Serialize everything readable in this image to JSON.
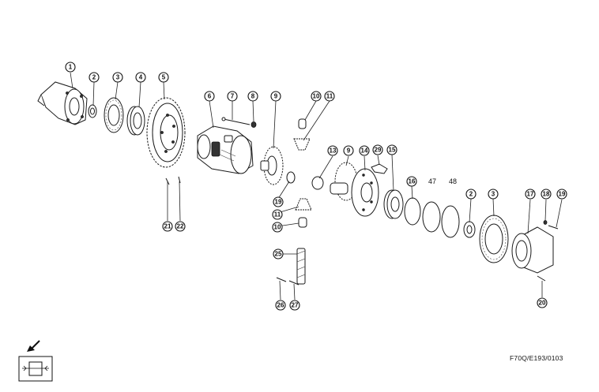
{
  "callouts": [
    "1",
    "2",
    "3",
    "4",
    "5",
    "6",
    "7",
    "8",
    "9",
    "10",
    "11",
    "13",
    "9",
    "14",
    "29",
    "15",
    "16",
    "47",
    "48",
    "2",
    "3",
    "17",
    "18",
    "19",
    "21",
    "22",
    "19",
    "11",
    "10",
    "25",
    "26",
    "27",
    "20"
  ],
  "reference_code": "F70Q/E193/0103",
  "view_symbol": "section-view-icon"
}
